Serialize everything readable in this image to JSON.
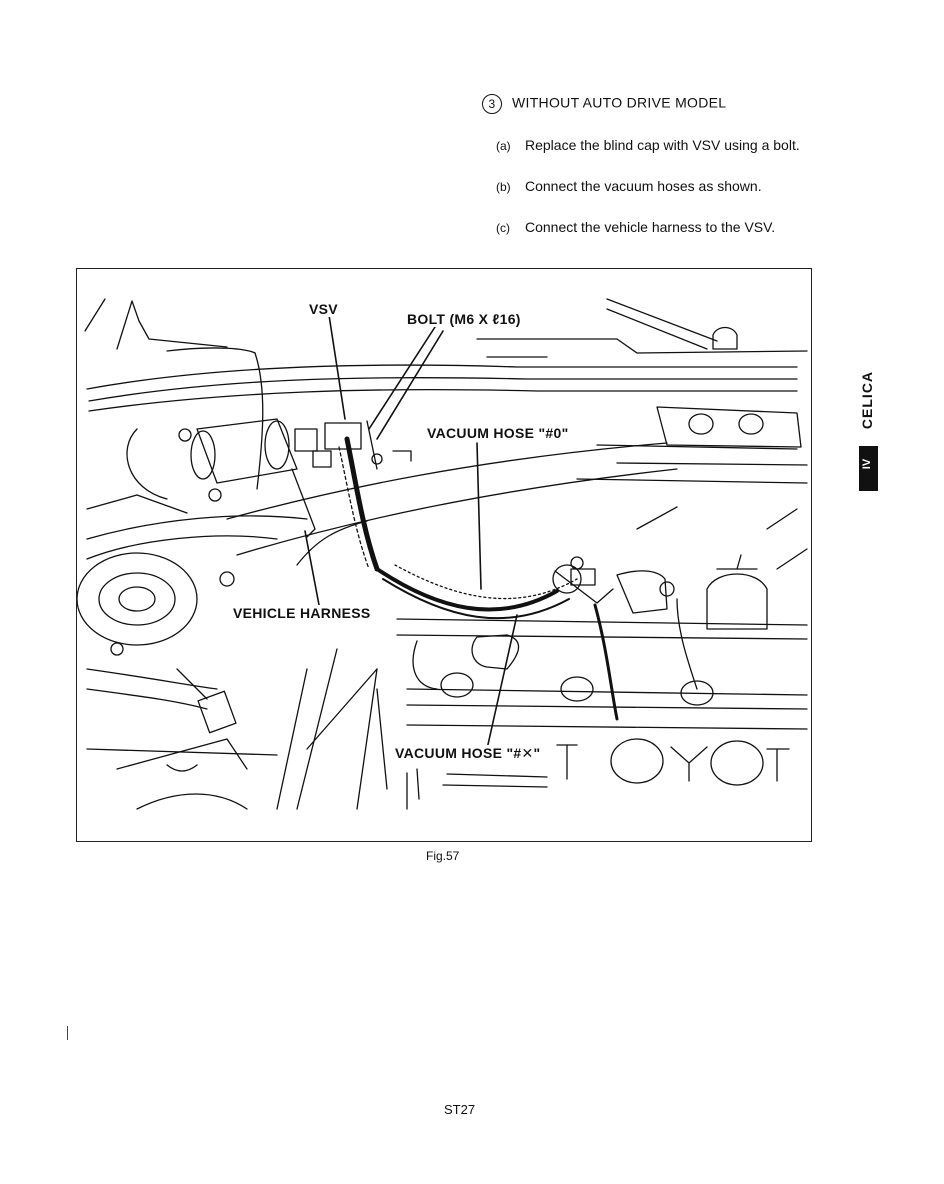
{
  "heading": {
    "number": "3",
    "text": "WITHOUT AUTO DRIVE MODEL"
  },
  "steps": [
    {
      "marker": "(a)",
      "text": "Replace the blind cap with VSV using a bolt."
    },
    {
      "marker": "(b)",
      "text": "Connect the vacuum hoses as shown."
    },
    {
      "marker": "(c)",
      "text": "Connect the vehicle harness to the VSV."
    }
  ],
  "figure": {
    "labels": {
      "vsv": "VSV",
      "bolt": "BOLT (M6 X ℓ16)",
      "vacuum_hose_0": "VACUUM HOSE \"#0\"",
      "vehicle_harness": "VEHICLE HARNESS",
      "vacuum_hose_x": "VACUUM HOSE \"#✕\""
    },
    "caption": "Fig.57"
  },
  "side_tab": {
    "text": "CELICA",
    "block_text": "IV"
  },
  "footer": {
    "page_number": "ST27"
  }
}
